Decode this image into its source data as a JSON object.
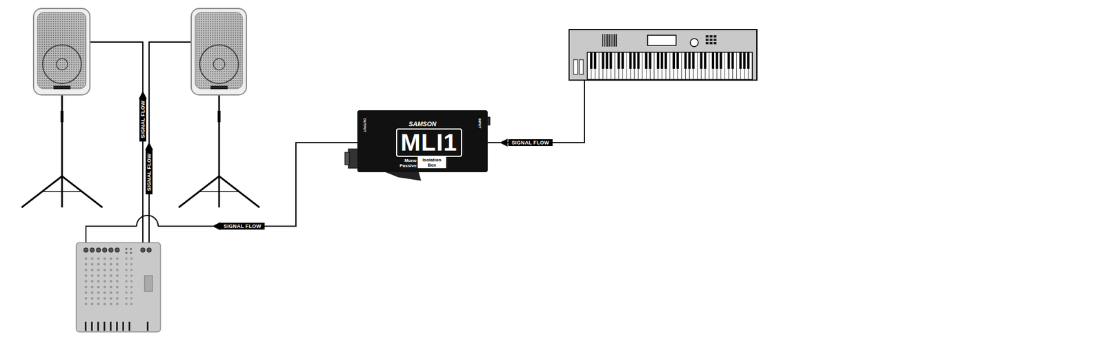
{
  "diagram": {
    "nodes": [
      {
        "text": [
          "SAMSON",
          "MLI1",
          "Mono Passive",
          "Isolation Box",
          "OUTPUT",
          "INPUT"
        ]
      }
    ],
    "labels": [
      "SIGNAL FLOW",
      "SIGNAL FLOW",
      "SIGNAL FLOW",
      "SIGNAL FLOW"
    ]
  }
}
